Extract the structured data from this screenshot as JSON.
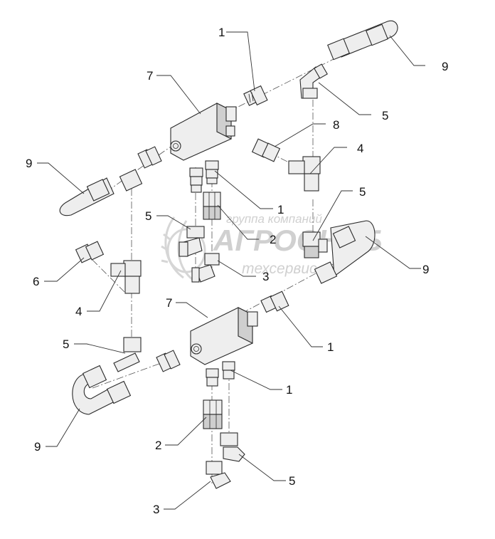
{
  "watermark": {
    "line1": "группа компаний",
    "line2": "АГРОСНАБ",
    "line3": "техсервис"
  },
  "callouts": {
    "c1a": "1",
    "c1b": "1",
    "c1c": "1",
    "c1d": "1",
    "c2a": "2",
    "c2b": "2",
    "c3a": "3",
    "c3b": "3",
    "c4a": "4",
    "c4b": "4",
    "c5a": "5",
    "c5b": "5",
    "c5c": "5",
    "c5d": "5",
    "c5e": "5",
    "c6": "6",
    "c7a": "7",
    "c7b": "7",
    "c8": "8",
    "c9a": "9",
    "c9b": "9",
    "c9c": "9",
    "c9d": "9"
  }
}
